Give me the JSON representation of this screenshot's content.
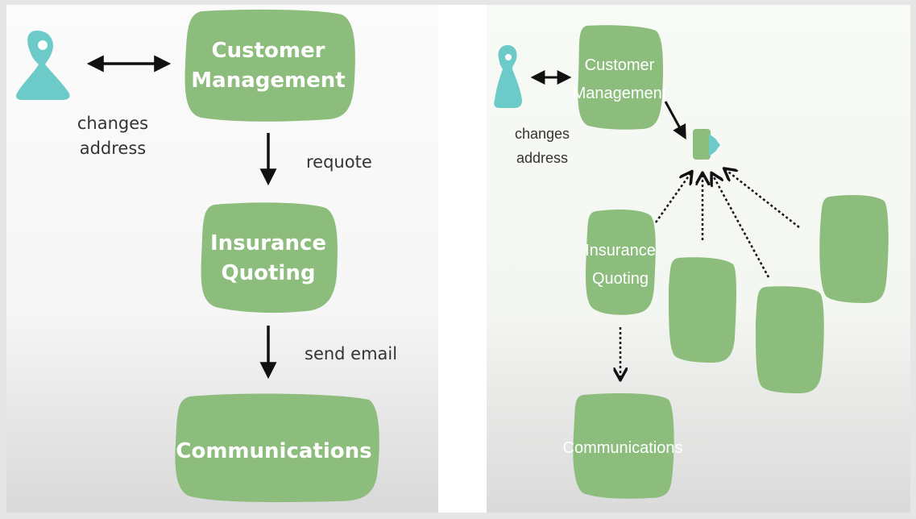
{
  "colors": {
    "node_fill": "#8cbd7c",
    "actor_fill": "#6ccac8",
    "arrow": "#111111",
    "panel_top": "#fbfbfb",
    "panel_bottom": "#dcdcdc"
  },
  "left_panel": {
    "actor_icon": "person-icon",
    "actor_label_line1": "changes",
    "actor_label_line2": "address",
    "nodes": {
      "customer_line1": "Customer",
      "customer_line2": "Management",
      "quoting_line1": "Insurance",
      "quoting_line2": "Quoting",
      "communications": "Communications"
    },
    "edges": {
      "requote": "requote",
      "send_email": "send email"
    }
  },
  "right_panel": {
    "actor_icon": "person-icon",
    "actor_label_line1": "changes",
    "actor_label_line2": "address",
    "event_icon": "event-tag-icon",
    "nodes": {
      "customer_line1": "Customer",
      "customer_line2": "Management",
      "quoting_line1": "Insurance",
      "quoting_line2": "Quoting",
      "communications": "Communications"
    }
  }
}
